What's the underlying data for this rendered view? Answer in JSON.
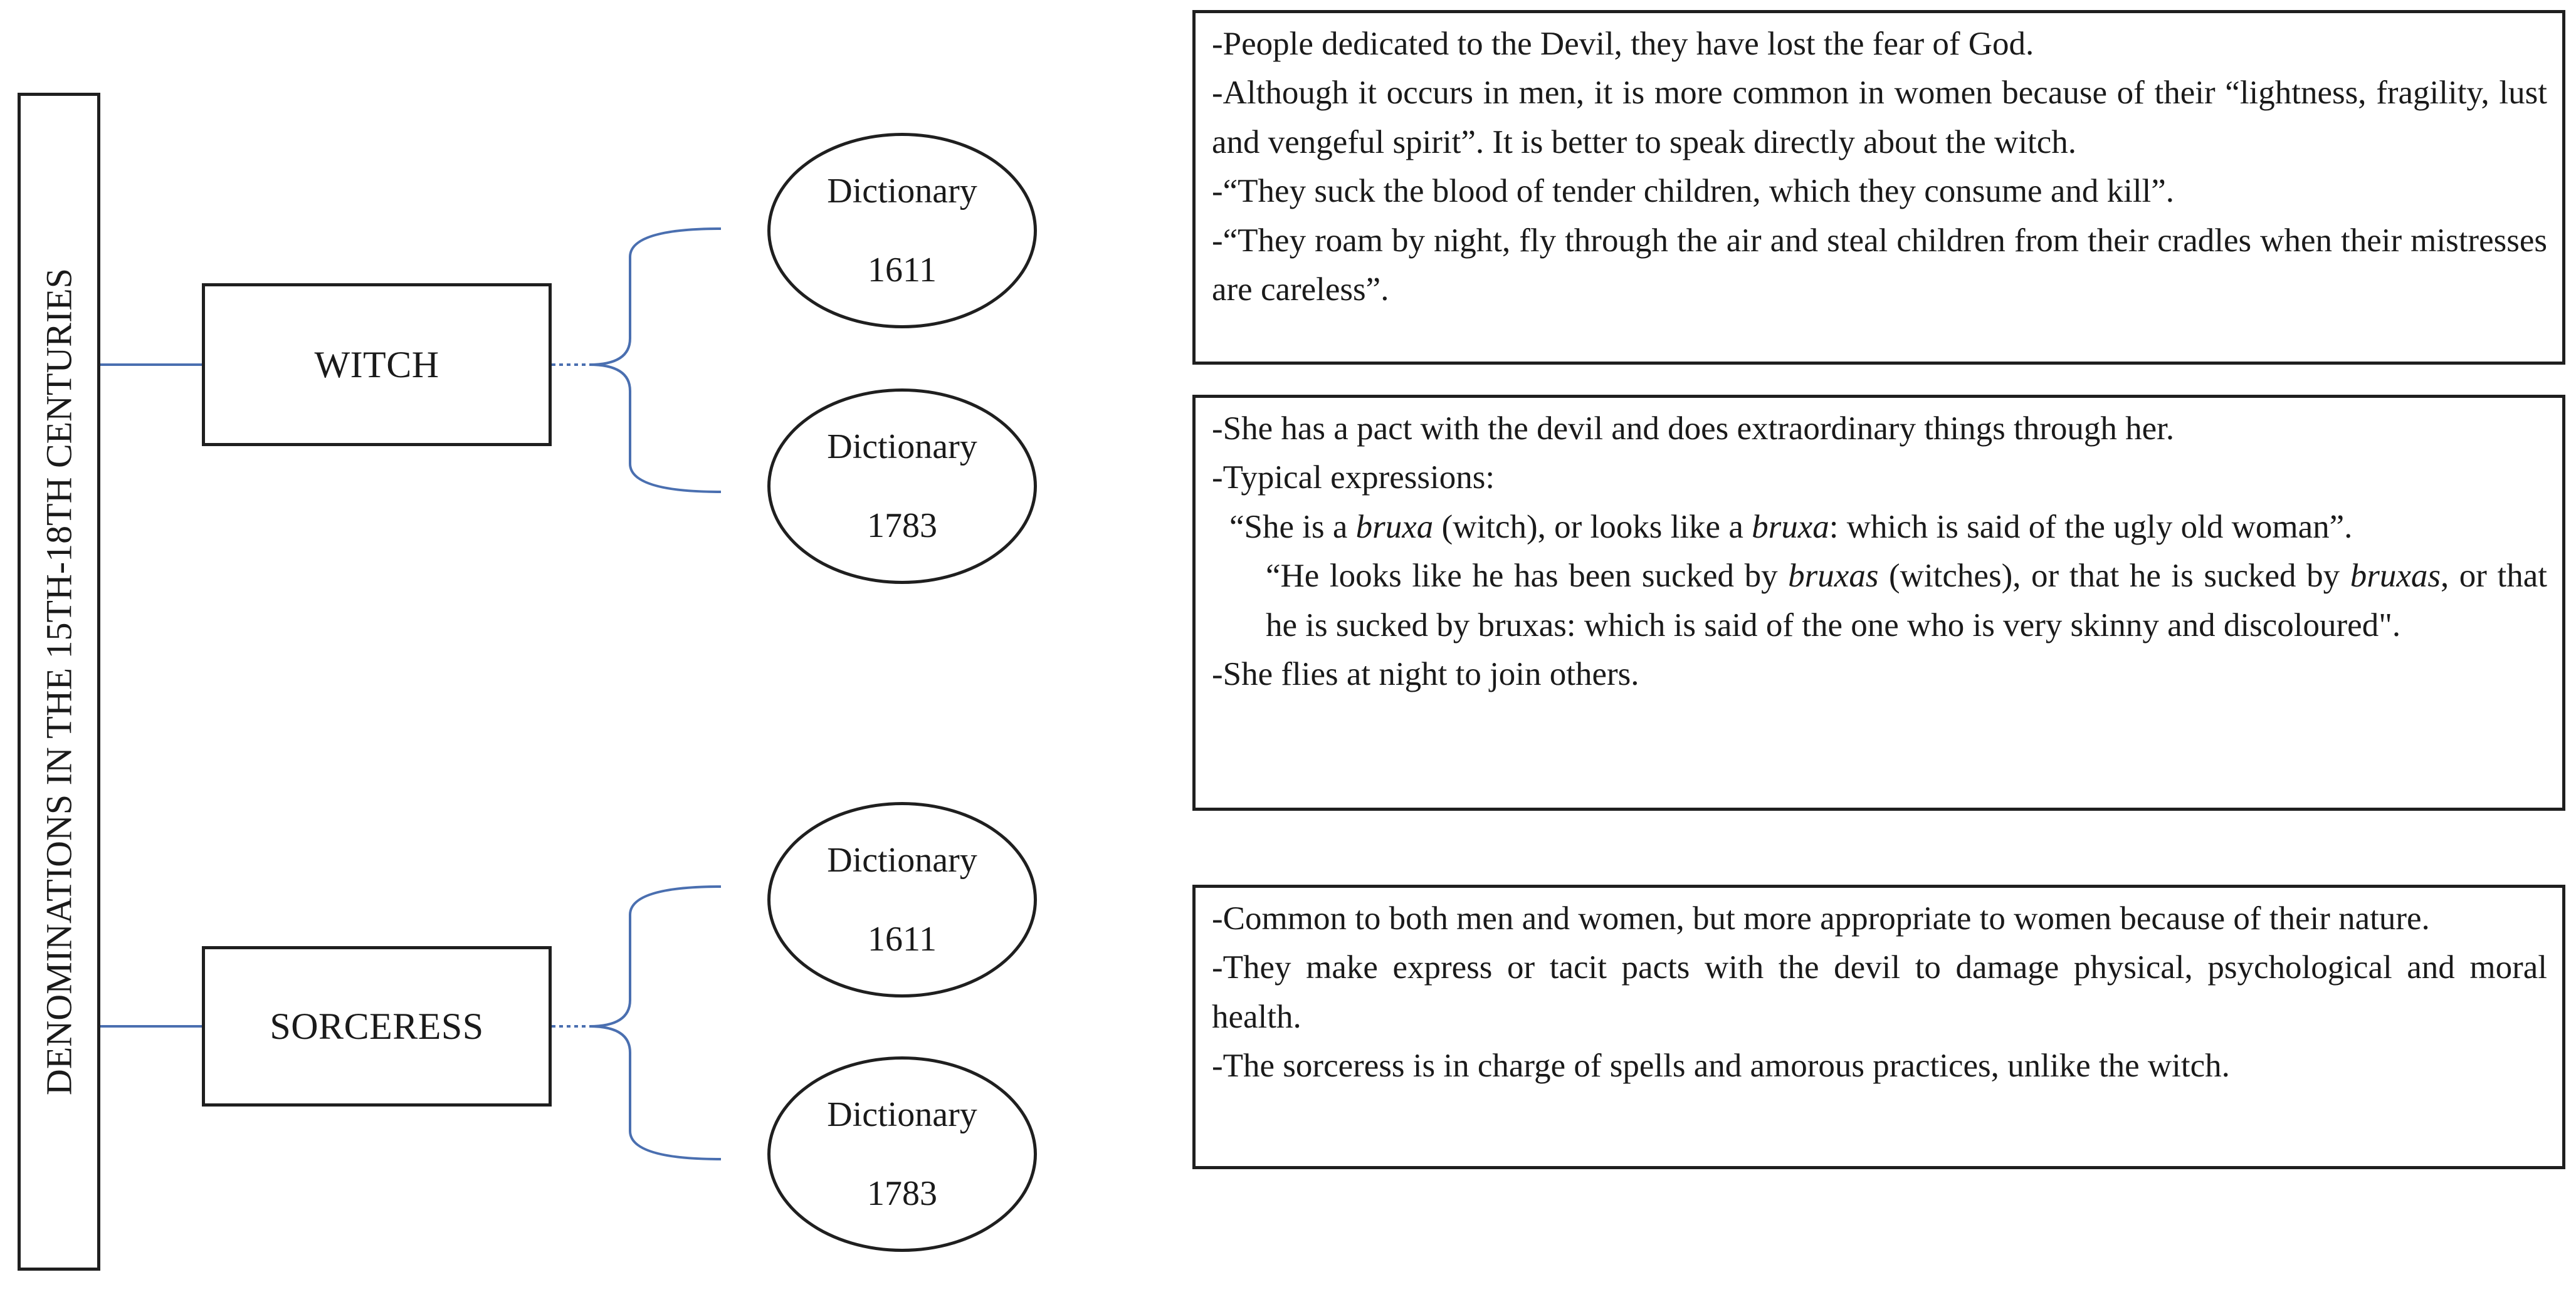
{
  "title": "DENOMINATIONS IN THE 15TH-18TH CENTURIES",
  "nodes": {
    "witch": "WITCH",
    "sorceress": "SORCERESS"
  },
  "dictionaries": [
    {
      "label": "Dictionary",
      "year": "1611"
    },
    {
      "label": "Dictionary",
      "year": "1783"
    },
    {
      "label": "Dictionary",
      "year": "1611"
    },
    {
      "label": "Dictionary",
      "year": "1783"
    }
  ],
  "boxes": {
    "witch_1611": [
      "-People dedicated to the Devil, they have lost the fear of God.",
      "-Although it occurs in men, it is more common in women because of their “lightness, fragility, lust and vengeful spirit”. It is better to speak directly about the witch.",
      "-“They suck the blood of tender children, which they consume and kill”.",
      "-“They roam by night, fly through the air and steal children from their cradles when their mistresses are careless”."
    ],
    "witch_1783": {
      "line1": "-She has a pact with the devil and does extraordinary things through her.",
      "line2": "-Typical expressions:",
      "q1_a": "“She is a ",
      "q1_b": "bruxa",
      "q1_c": " (witch), or looks like a ",
      "q1_d": "bruxa",
      "q1_e": ": which is said of the ugly old woman”.",
      "q2_a": "“He looks like he has been sucked by ",
      "q2_b": "bruxas",
      "q2_c": " (witches), or that he is sucked by ",
      "q2_d": "bruxas",
      "q2_e": ", or that he is sucked by bruxas: which is said of the one who is very skinny and discoloured\".",
      "line_last": "-She flies at night to join others."
    },
    "sorceress": [
      "-Common to both men and women, but more appropriate to women because of their nature.",
      "-They make express or tacit pacts with the devil to damage physical, psychological and moral health.",
      "-The sorceress is in charge of spells and amorous practices, unlike the witch."
    ]
  },
  "colors": {
    "connector": "#4a6fb0",
    "border": "#1f1f1f"
  }
}
